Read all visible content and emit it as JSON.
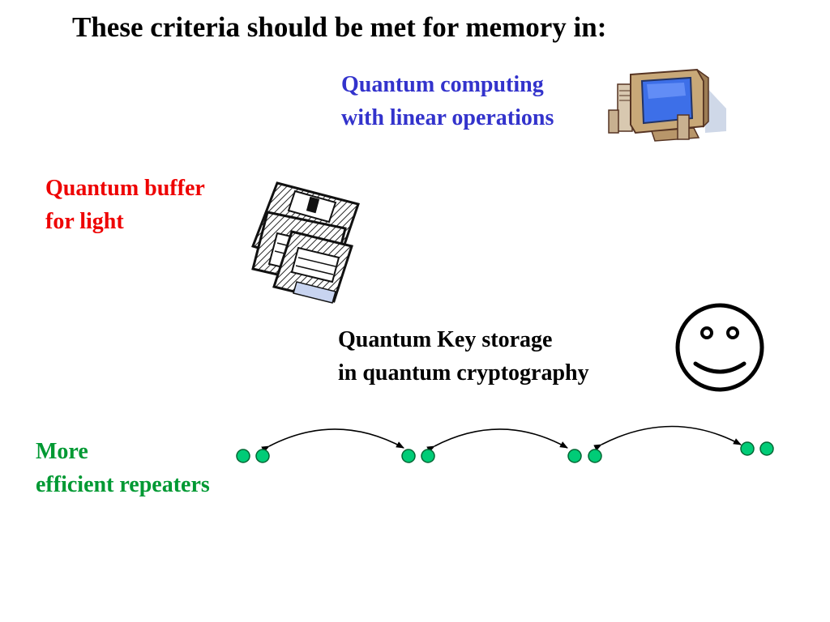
{
  "slide": {
    "title": "These criteria should be met for memory in:"
  },
  "items": {
    "quantum_computing": {
      "line1": "Quantum computing",
      "line2": "with linear operations",
      "color": "#3333cc",
      "icon": "computer-icon"
    },
    "quantum_buffer": {
      "line1": "Quantum buffer",
      "line2": "for light",
      "color": "#ee0000",
      "icon": "floppy-disks-icon"
    },
    "quantum_key": {
      "line1": "Quantum Key storage",
      "line2": "in quantum cryptography",
      "color": "#000000",
      "icon": "smiley-face-icon"
    },
    "repeaters": {
      "line1": "More",
      "line2": "efficient repeaters",
      "color": "#009933",
      "icon": "repeater-chain"
    }
  },
  "colors": {
    "node_fill": "#00cc77",
    "node_stroke": "#006633"
  }
}
